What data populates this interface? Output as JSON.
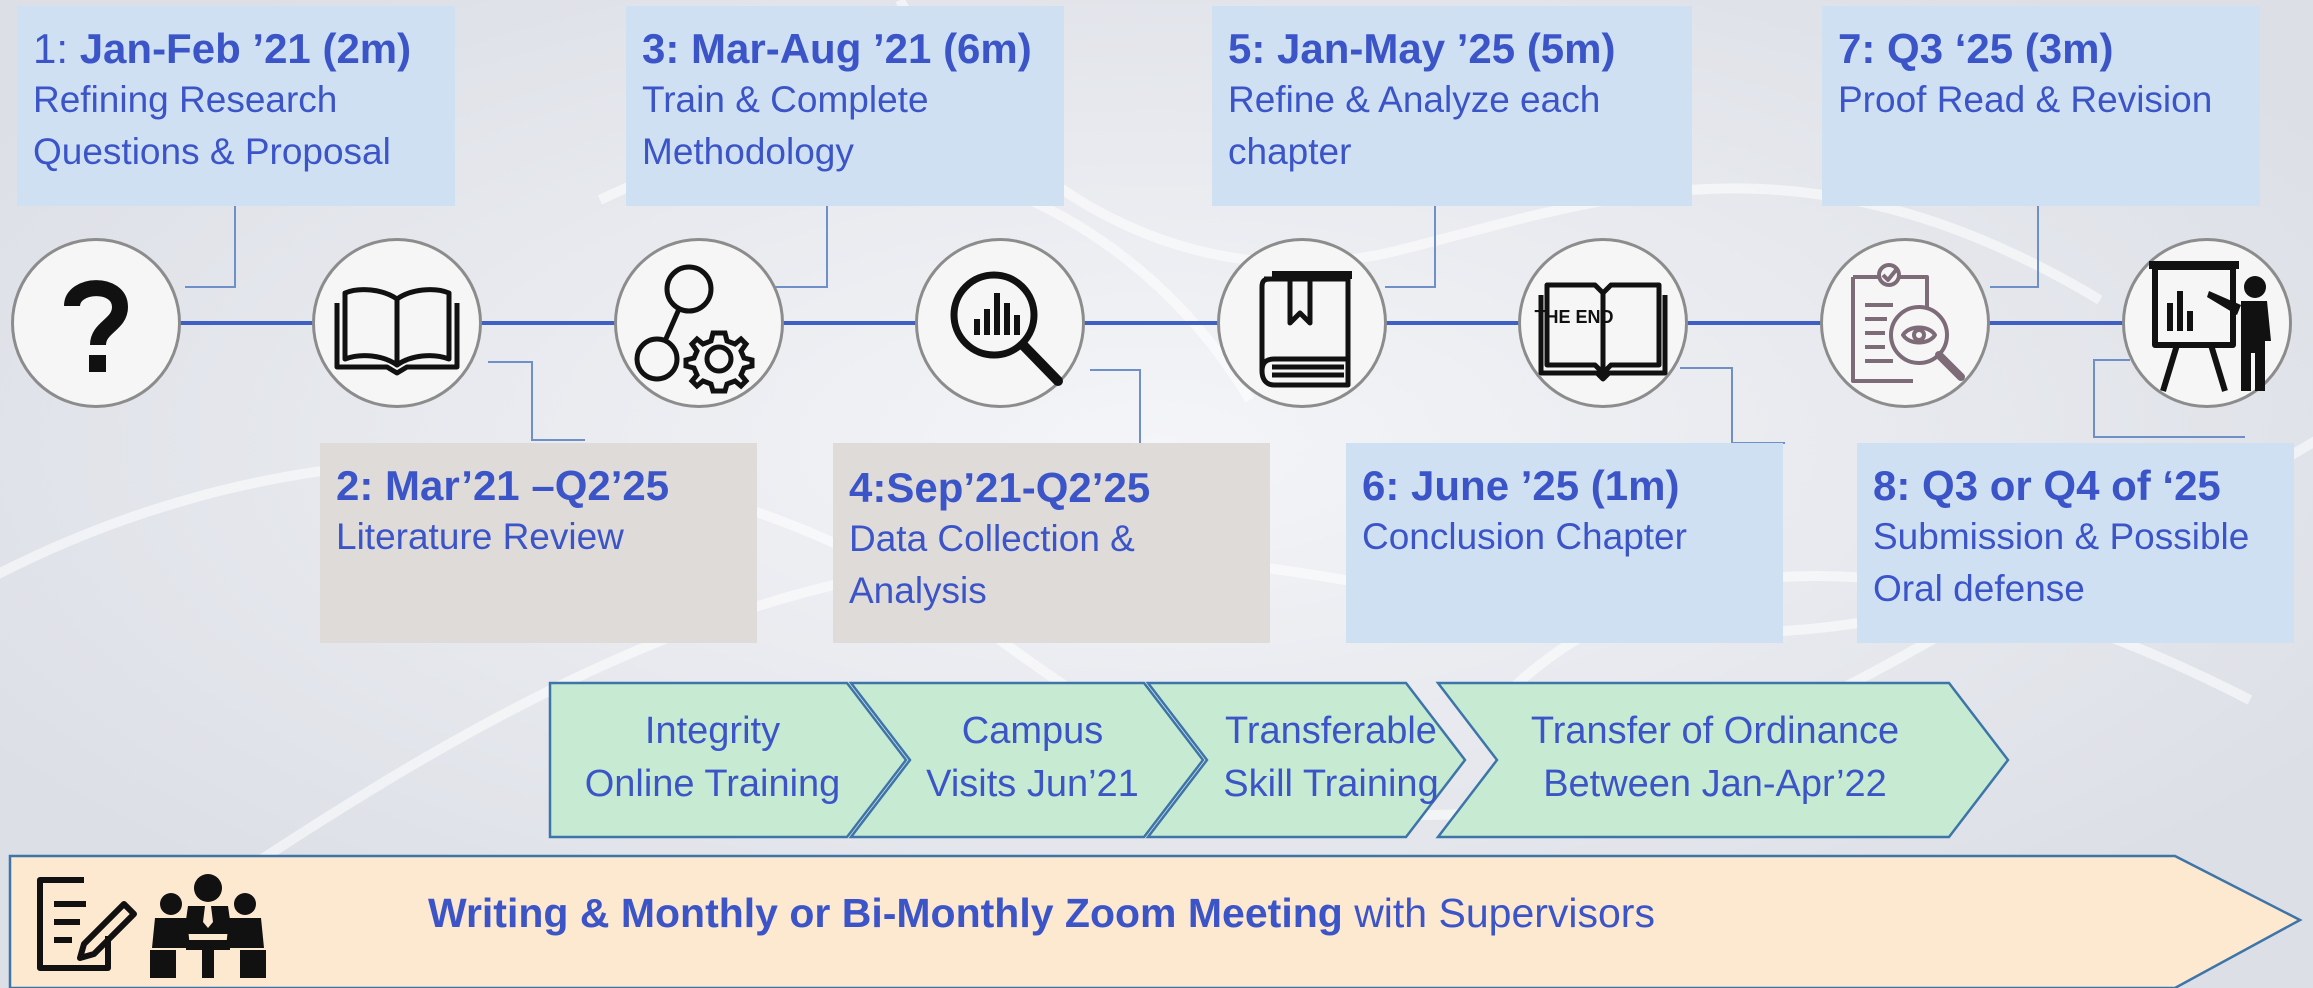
{
  "milestones": [
    {
      "num": "1:",
      "title": "Jan-Feb ’21 (2m)",
      "desc": "Refining Research\nQuestions & Proposal"
    },
    {
      "num": "2:",
      "title": "Mar’21 –Q2’25",
      "desc": "Literature Review"
    },
    {
      "num": "3:",
      "title": "Mar-Aug ’21 (6m)",
      "desc": "Train & Complete\nMethodology"
    },
    {
      "num": "4:",
      "title": "Sep’21-Q2’25",
      "desc": "Data Collection &\nAnalysis"
    },
    {
      "num": "5:",
      "title": "Jan-May ’25 (5m)",
      "desc": "Refine & Analyze each\nchapter"
    },
    {
      "num": "6:",
      "title": "June ’25 (1m)",
      "desc": "Conclusion Chapter"
    },
    {
      "num": "7:",
      "title": "Q3 ‘25 (3m)",
      "desc": "Proof Read & Revision"
    },
    {
      "num": "8:",
      "title": "Q3 or Q4 of ‘25",
      "desc": "Submission & Possible\nOral defense"
    }
  ],
  "icons": [
    "question-mark-icon",
    "open-book-icon",
    "gears-icon",
    "magnifier-chart-icon",
    "closed-book-icon",
    "the-end-book-icon",
    "document-review-icon",
    "presentation-icon"
  ],
  "the_end_label": "THE END",
  "trainings": [
    {
      "label": "Integrity\nOnline Training"
    },
    {
      "label": "Campus\nVisits Jun’21"
    },
    {
      "label": "Transferable\nSkill Training"
    },
    {
      "label": "Transfer of Ordinance\nBetween Jan-Apr’22"
    }
  ],
  "bottom": {
    "bold": "Writing &  Monthly or Bi-Monthly Zoom Meeting",
    "normal": " with Supervisors"
  },
  "colors": {
    "text": "#3b55c9",
    "timeline": "#3f5fc4",
    "box_blue": "#cfe0f2",
    "box_grey": "#dfdbd9",
    "chevron_fill": "#c6ebd2",
    "chevron_border": "#3d75a8",
    "bottom_fill": "#fde8d0"
  }
}
